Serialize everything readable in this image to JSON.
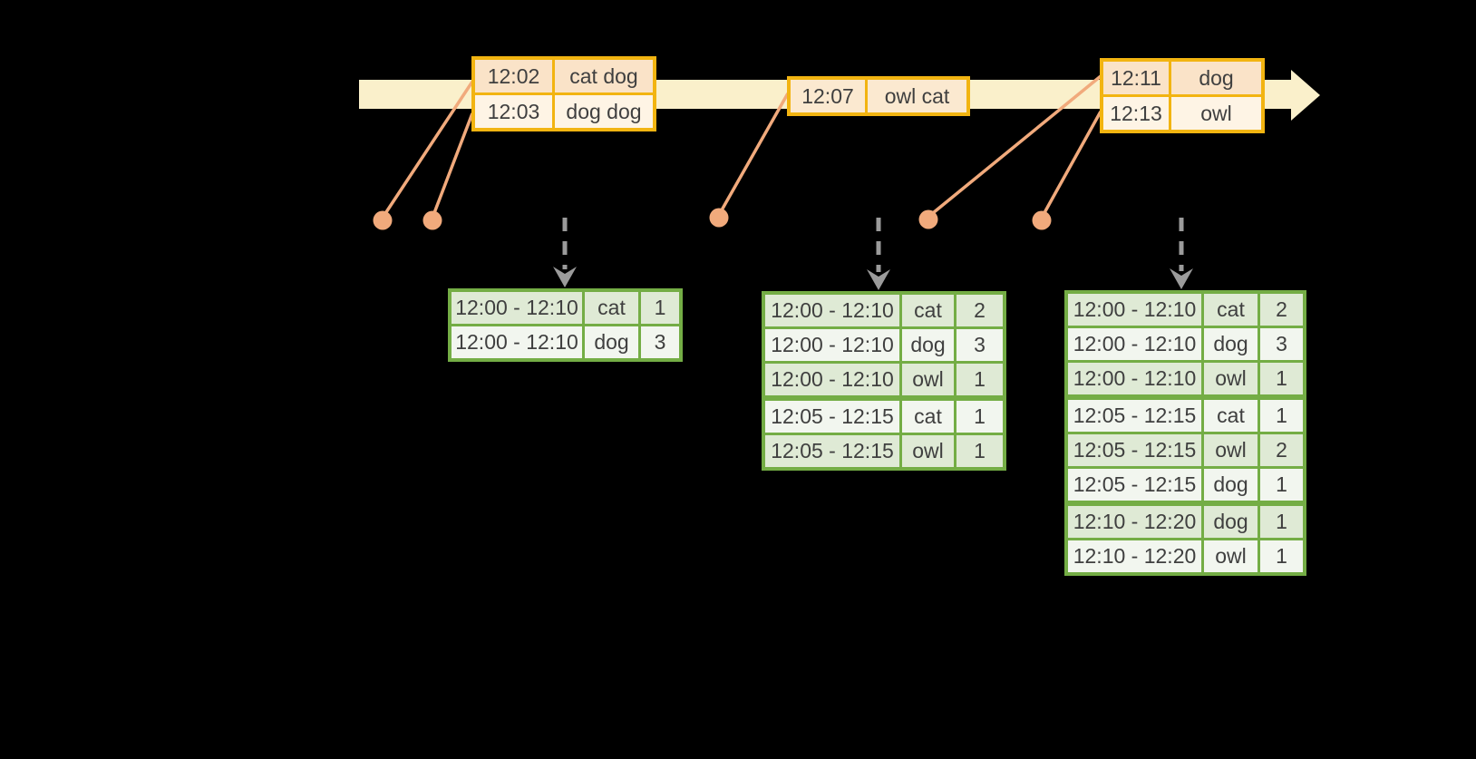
{
  "diagram": {
    "kind": "streaming-windowed-word-count",
    "colors": {
      "background": "#000000",
      "timeline_fill": "#FAF0CB",
      "event_table_border": "#F2B411",
      "event_row_dark": "#FAE3C8",
      "event_row_light": "#FEF4E5",
      "event_row_mid": "#FBE9D0",
      "result_table_border": "#74AD45",
      "result_row_dark": "#DFEAD5",
      "result_row_light": "#F2F6EF",
      "connector": "#F1AA7C",
      "trigger_arrow": "#9B9B9B",
      "text": "#3F3F3F"
    }
  },
  "timeline": {
    "event_tables": [
      {
        "rows": [
          {
            "time": "12:02",
            "words": "cat dog"
          },
          {
            "time": "12:03",
            "words": "dog dog"
          }
        ]
      },
      {
        "rows": [
          {
            "time": "12:07",
            "words": "owl cat"
          }
        ]
      },
      {
        "rows": [
          {
            "time": "12:11",
            "words": "dog"
          },
          {
            "time": "12:13",
            "words": "owl"
          }
        ]
      }
    ]
  },
  "result_tables": [
    {
      "rows": [
        {
          "window": "12:00 - 12:10",
          "word": "cat",
          "count": "1"
        },
        {
          "window": "12:00 - 12:10",
          "word": "dog",
          "count": "3"
        }
      ]
    },
    {
      "rows": [
        {
          "window": "12:00 - 12:10",
          "word": "cat",
          "count": "2"
        },
        {
          "window": "12:00 - 12:10",
          "word": "dog",
          "count": "3"
        },
        {
          "window": "12:00 - 12:10",
          "word": "owl",
          "count": "1"
        },
        {
          "window": "12:05 - 12:15",
          "word": "cat",
          "count": "1"
        },
        {
          "window": "12:05 - 12:15",
          "word": "owl",
          "count": "1"
        }
      ]
    },
    {
      "rows": [
        {
          "window": "12:00 - 12:10",
          "word": "cat",
          "count": "2"
        },
        {
          "window": "12:00 - 12:10",
          "word": "dog",
          "count": "3"
        },
        {
          "window": "12:00 - 12:10",
          "word": "owl",
          "count": "1"
        },
        {
          "window": "12:05 - 12:15",
          "word": "cat",
          "count": "1"
        },
        {
          "window": "12:05 - 12:15",
          "word": "owl",
          "count": "2"
        },
        {
          "window": "12:05 - 12:15",
          "word": "dog",
          "count": "1"
        },
        {
          "window": "12:10 - 12:20",
          "word": "dog",
          "count": "1"
        },
        {
          "window": "12:10 - 12:20",
          "word": "owl",
          "count": "1"
        }
      ]
    }
  ]
}
